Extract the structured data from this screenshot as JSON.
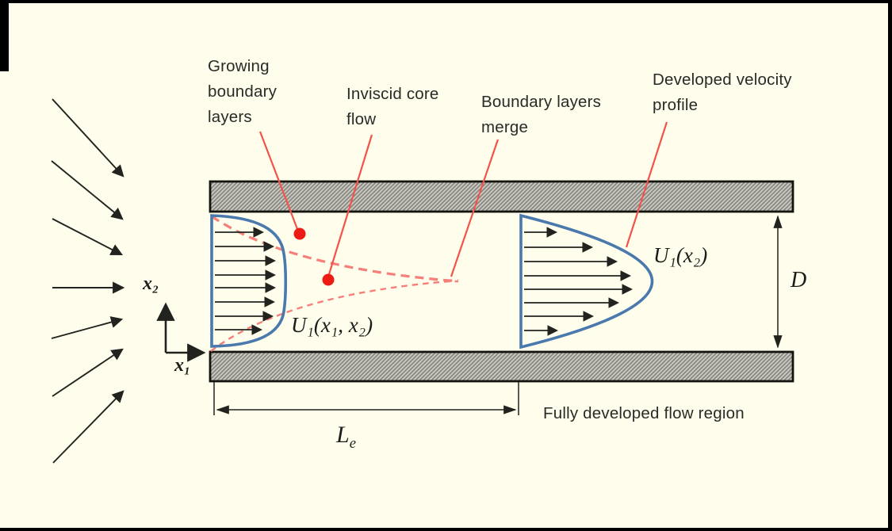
{
  "annotations": {
    "growing_boundary_layers": "Growing\nboundary\nlayers",
    "inviscid_core_flow": "Inviscid core\nflow",
    "boundary_layers_merge": "Boundary layers\nmerge",
    "developed_velocity_profile": "Developed velocity\nprofile",
    "fully_developed_flow_region": "Fully developed flow region"
  },
  "math_labels": {
    "entrance_velocity": "U₁(x₁, x₂)",
    "developed_velocity": "U₁(x₂)",
    "diameter": "D",
    "entrance_length_base": "L",
    "entrance_length_sub": "e",
    "axis_vertical": "x₂",
    "axis_horizontal": "x₁"
  },
  "colors": {
    "background": "#fffdeb",
    "frame": "#000000",
    "ink": "#22221e",
    "wall_border": "#14140f",
    "wall_light": "#c7c7bf",
    "wall_dark": "#80807a",
    "profile_blue": "#4a79ae",
    "leader_red": "#f2534b",
    "dashed_red": "#f57f79",
    "dot_red": "#ec1b13",
    "text": "#2a2a28"
  }
}
